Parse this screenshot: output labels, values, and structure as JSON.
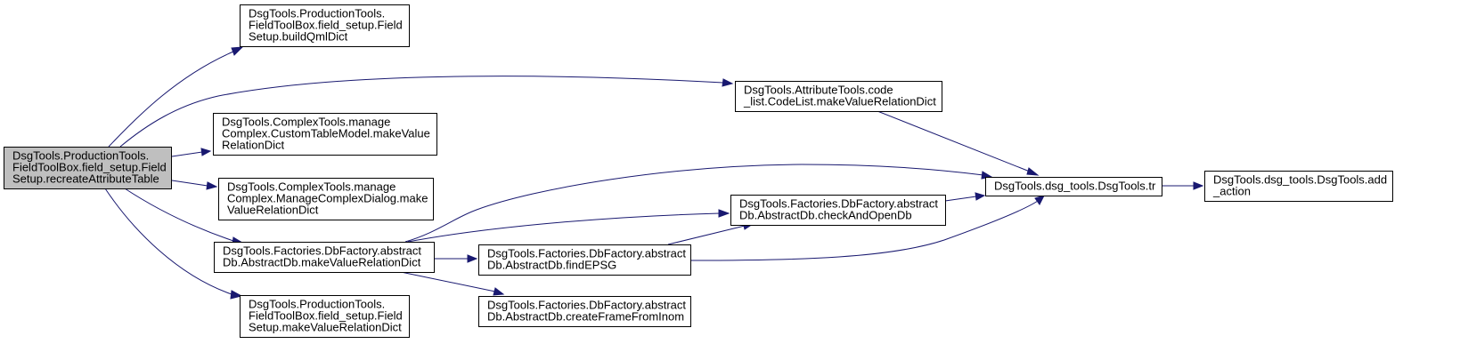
{
  "nodes": [
    {
      "id": "root",
      "lines": [
        "DsgTools.ProductionTools.",
        "FieldToolBox.field_setup.Field",
        "Setup.recreateAttributeTable"
      ],
      "root": true
    },
    {
      "id": "buildQml",
      "lines": [
        "DsgTools.ProductionTools.",
        "FieldToolBox.field_setup.Field",
        "Setup.buildQmlDict"
      ]
    },
    {
      "id": "codeList",
      "lines": [
        "DsgTools.AttributeTools.code",
        "_list.CodeList.makeValueRelationDict"
      ]
    },
    {
      "id": "customTable",
      "lines": [
        "DsgTools.ComplexTools.manage",
        "Complex.CustomTableModel.makeValue",
        "RelationDict"
      ]
    },
    {
      "id": "complexDialog",
      "lines": [
        "DsgTools.ComplexTools.manage",
        "Complex.ManageComplexDialog.make",
        "ValueRelationDict"
      ]
    },
    {
      "id": "dbMakeValue",
      "lines": [
        "DsgTools.Factories.DbFactory.abstract",
        "Db.AbstractDb.makeValueRelationDict"
      ]
    },
    {
      "id": "fieldMakeValue",
      "lines": [
        "DsgTools.ProductionTools.",
        "FieldToolBox.field_setup.Field",
        "Setup.makeValueRelationDict"
      ]
    },
    {
      "id": "checkAndOpen",
      "lines": [
        "DsgTools.Factories.DbFactory.abstract",
        "Db.AbstractDb.checkAndOpenDb"
      ]
    },
    {
      "id": "findEPSG",
      "lines": [
        "DsgTools.Factories.DbFactory.abstract",
        "Db.AbstractDb.findEPSG"
      ]
    },
    {
      "id": "createFrame",
      "lines": [
        "DsgTools.Factories.DbFactory.abstract",
        "Db.AbstractDb.createFrameFromInom"
      ]
    },
    {
      "id": "tr",
      "lines": [
        "DsgTools.dsg_tools.DsgTools.tr"
      ]
    },
    {
      "id": "addAction",
      "lines": [
        "DsgTools.dsg_tools.DsgTools.add",
        "_action"
      ]
    }
  ],
  "edges": [
    {
      "from": "root",
      "to": "buildQml"
    },
    {
      "from": "root",
      "to": "codeList"
    },
    {
      "from": "root",
      "to": "customTable"
    },
    {
      "from": "root",
      "to": "complexDialog"
    },
    {
      "from": "root",
      "to": "dbMakeValue"
    },
    {
      "from": "root",
      "to": "fieldMakeValue"
    },
    {
      "from": "codeList",
      "to": "tr"
    },
    {
      "from": "dbMakeValue",
      "to": "tr"
    },
    {
      "from": "dbMakeValue",
      "to": "checkAndOpen"
    },
    {
      "from": "dbMakeValue",
      "to": "findEPSG"
    },
    {
      "from": "dbMakeValue",
      "to": "createFrame"
    },
    {
      "from": "checkAndOpen",
      "to": "tr"
    },
    {
      "from": "findEPSG",
      "to": "checkAndOpen"
    },
    {
      "from": "findEPSG",
      "to": "tr"
    },
    {
      "from": "tr",
      "to": "addAction"
    }
  ],
  "colors": {
    "edge": "#191970",
    "root_fill": "#bfbfbf",
    "node_fill": "#ffffff",
    "node_stroke": "#000000"
  }
}
